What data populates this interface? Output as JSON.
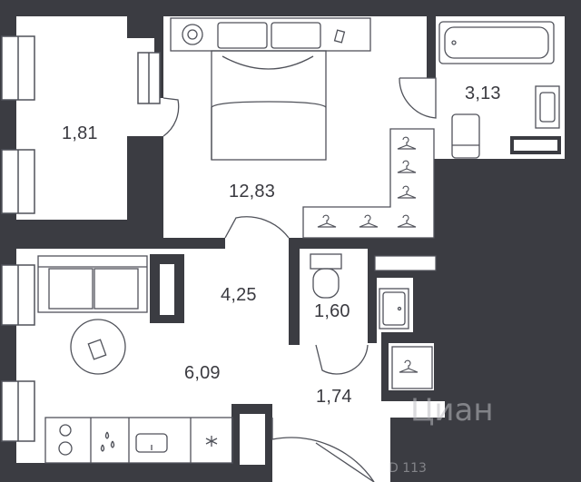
{
  "plan": {
    "rooms": [
      {
        "key": "balcony",
        "area": "1,81"
      },
      {
        "key": "bedroom",
        "area": "12,83"
      },
      {
        "key": "bathroom",
        "area": "3,13"
      },
      {
        "key": "hall",
        "area": "4,25"
      },
      {
        "key": "toilet",
        "area": "1,60"
      },
      {
        "key": "living",
        "area": "6,09"
      },
      {
        "key": "entry",
        "area": "1,74"
      }
    ]
  },
  "colors": {
    "wall": "#3b3c42",
    "line": "#50525a",
    "background": "#ffffff"
  },
  "watermark": {
    "brand": "Циан",
    "code": "D 113"
  }
}
